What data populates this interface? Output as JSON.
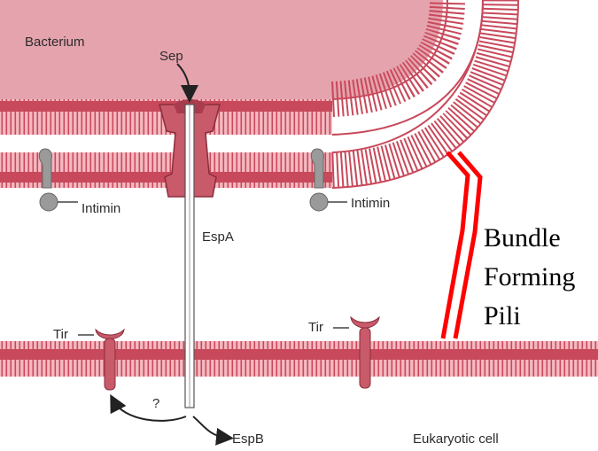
{
  "labels": {
    "bacterium": "Bacterium",
    "sep": "Sep",
    "intimin_left": "Intimin",
    "intimin_right": "Intimin",
    "espa": "EspA",
    "tir_left": "Tir",
    "tir_right": "Tir",
    "question": "?",
    "espb": "EspB",
    "eukaryotic_cell": "Eukaryotic cell"
  },
  "annotation": {
    "line1": "Bundle",
    "line2": "Forming",
    "line3": "Pili"
  },
  "colors": {
    "membrane": "#c8495b",
    "membrane_light": "#f4b9c1",
    "cytoplasm": "#e5a3ad",
    "protein": "#c85a6a",
    "intimin": "#9a9a9a",
    "pili": "#ff0000",
    "arrow": "#222222"
  },
  "icons": {
    "sep_arrow": "curved-arrow-icon",
    "espb_arrow": "curved-arrow-icon"
  }
}
